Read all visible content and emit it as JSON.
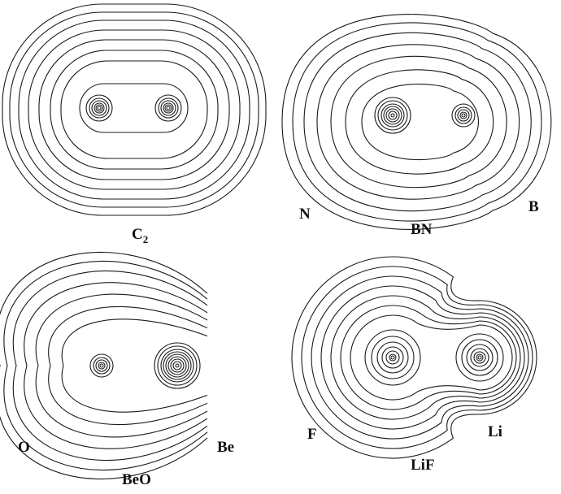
{
  "panels": [
    {
      "id": "c2",
      "title": "C",
      "title_sub": "2",
      "atoms": []
    },
    {
      "id": "bn",
      "title": "BN",
      "atoms": [
        "N",
        "B"
      ]
    },
    {
      "id": "beo",
      "title": "BeO",
      "atoms": [
        "O",
        "Be"
      ]
    },
    {
      "id": "lif",
      "title": "LiF",
      "atoms": [
        "F",
        "Li"
      ]
    }
  ],
  "line_color": "#1a1a1a"
}
